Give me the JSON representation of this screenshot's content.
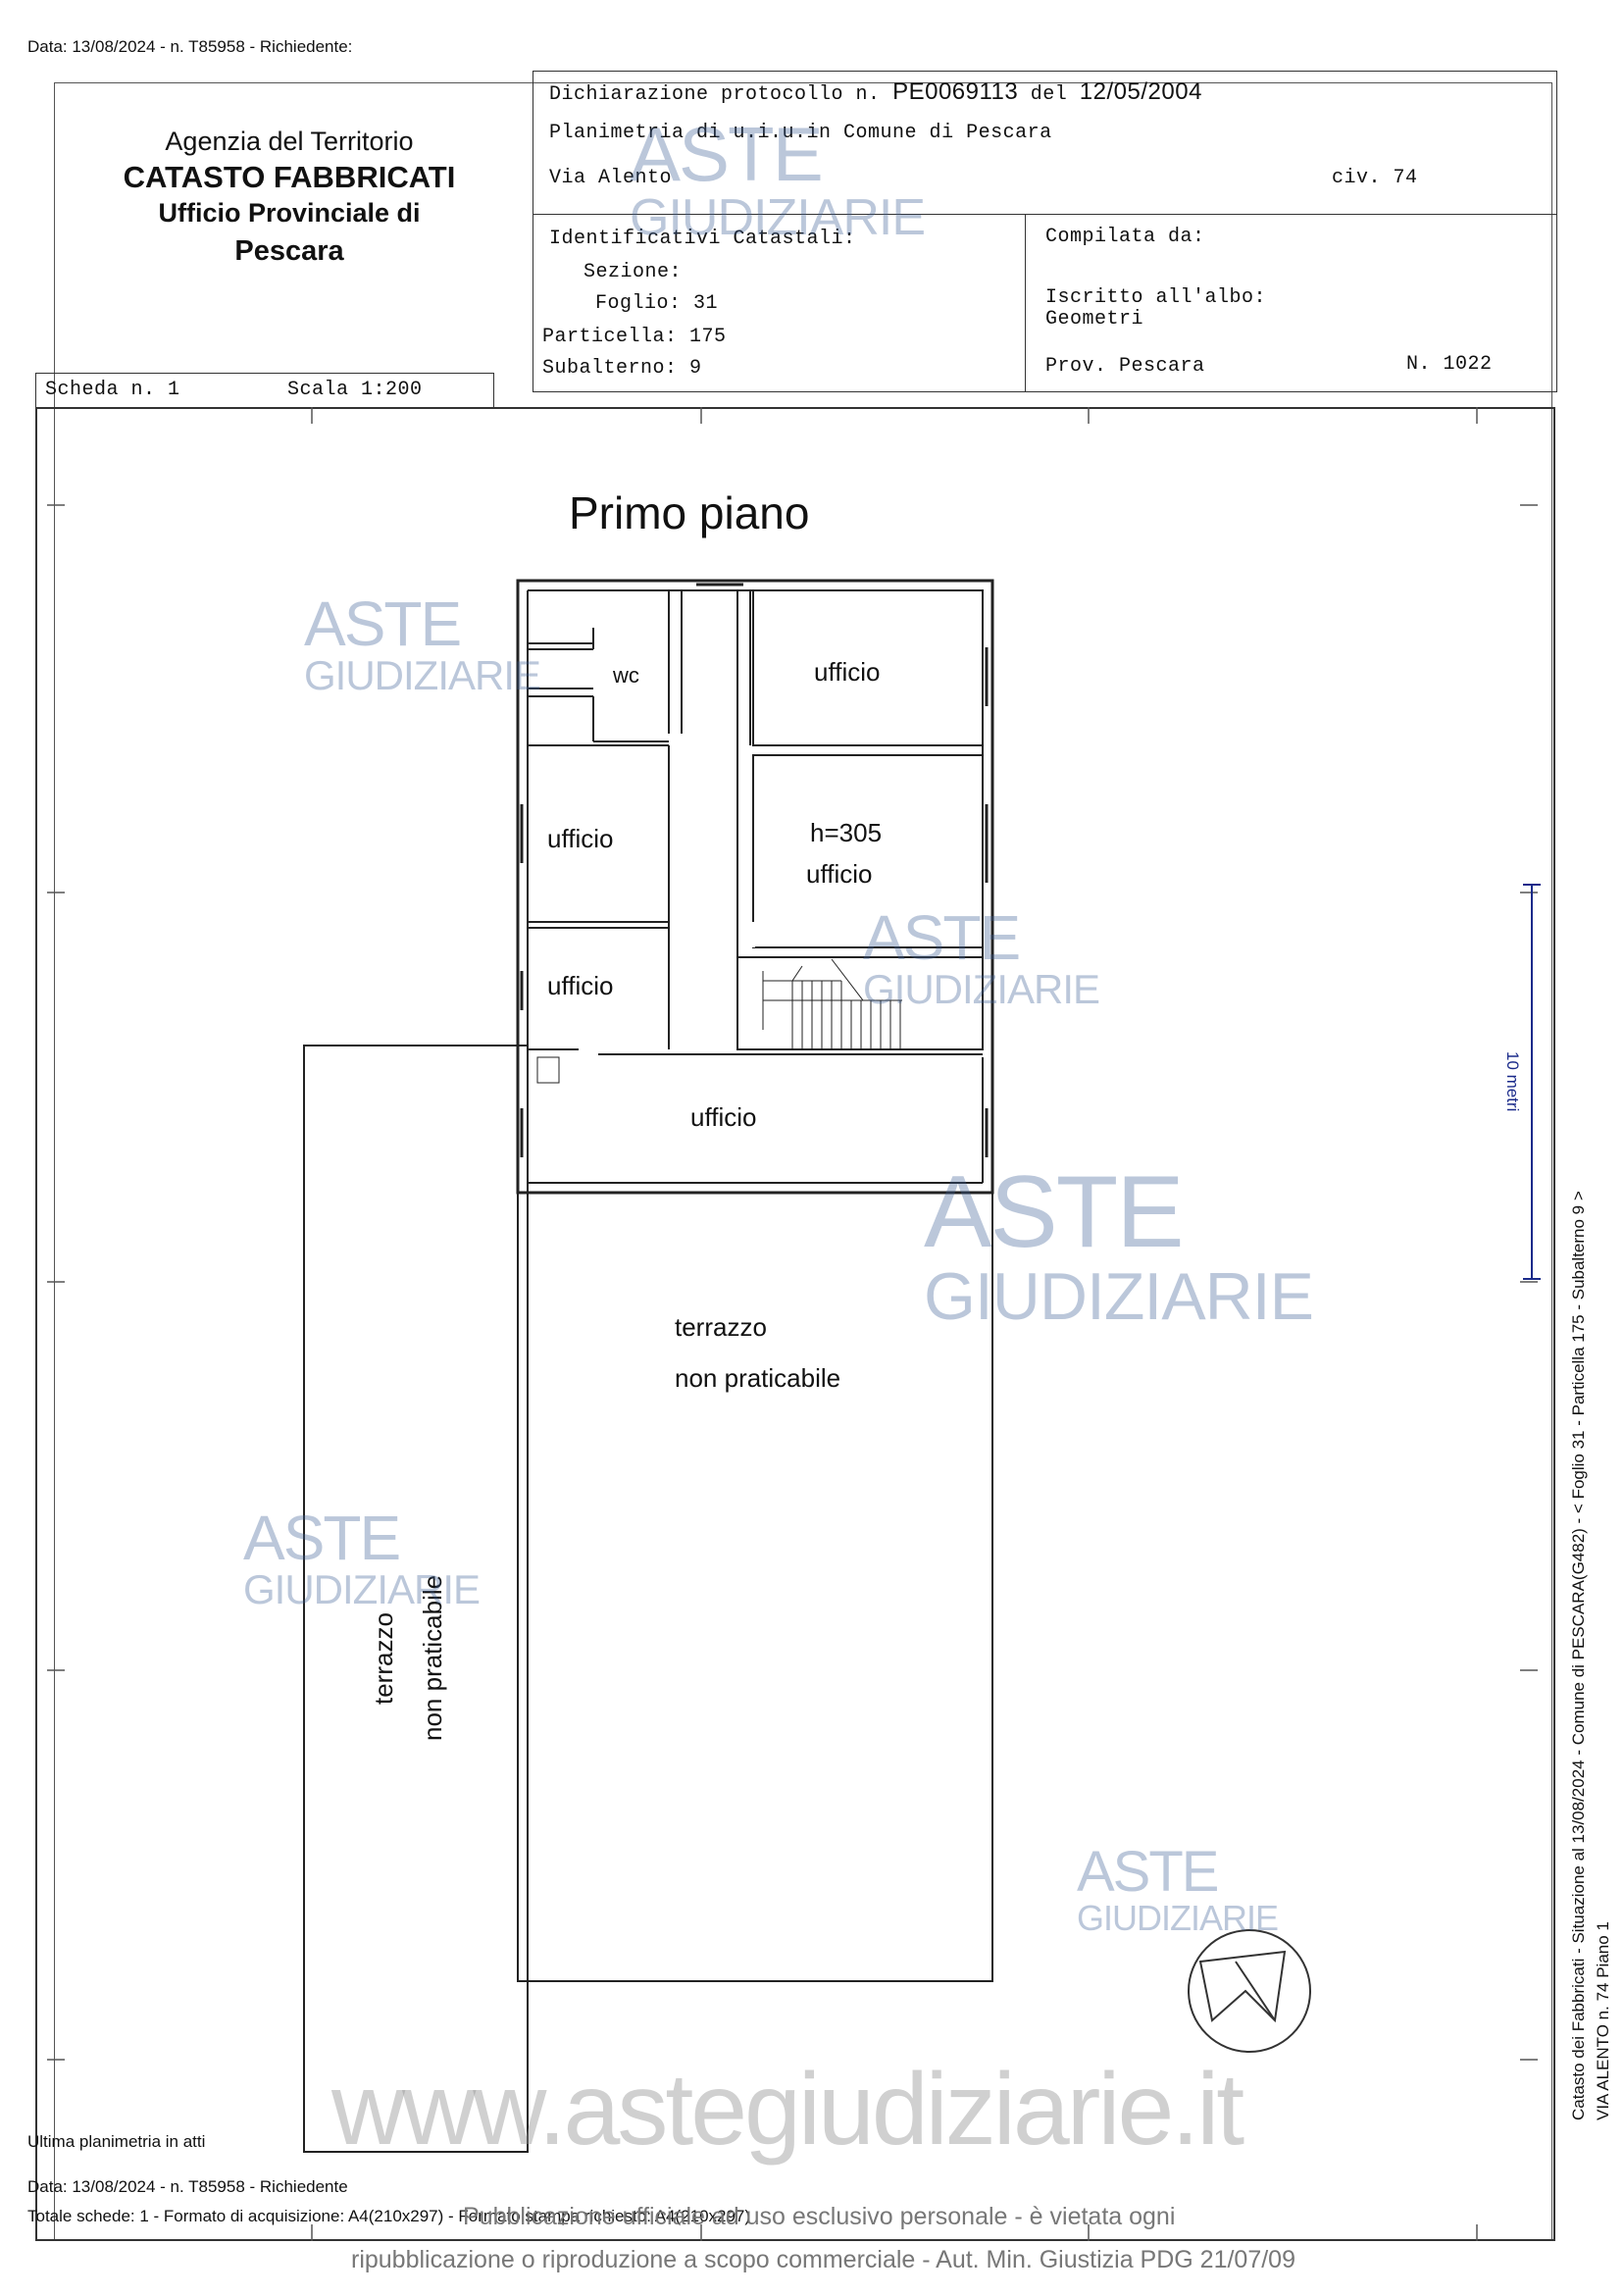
{
  "top_line": "Data: 13/08/2024 - n. T85958 - Richiedente:",
  "agency": {
    "line1": "Agenzia del Territorio",
    "line2": "CATASTO FABBRICATI",
    "line3": "Ufficio Provinciale di",
    "line4": "Pescara"
  },
  "header": {
    "declaration_label": "Dichiarazione protocollo n.",
    "declaration_number": "PE0069113",
    "declaration_del": "del",
    "declaration_date": "12/05/2004",
    "planimetria": "Planimetria di u.i.u.in Comune di Pescara",
    "street": "Via Alento",
    "civ": "civ. 74"
  },
  "identificativi": {
    "title": "Identificativi Catastali:",
    "sezione": "Sezione:",
    "foglio": "Foglio: 31",
    "particella": "Particella: 175",
    "subalterno": "Subalterno: 9"
  },
  "compilata": {
    "title": "Compilata da:",
    "albo": "Iscritto all'albo:",
    "albo_value": "Geometri",
    "prov": "Prov. Pescara",
    "numero": "N.  1022"
  },
  "scheda": {
    "label": "Scheda n. 1",
    "scala": "Scala 1:200"
  },
  "plan": {
    "floor_title": "Primo piano",
    "rooms": {
      "wc": "wc",
      "ufficio_1": "ufficio",
      "ufficio_2": "ufficio",
      "height": "h=305",
      "ufficio_3": "ufficio",
      "ufficio_4": "ufficio",
      "ufficio_5": "ufficio",
      "terrazzo_main_1": "terrazzo",
      "terrazzo_main_2": "non praticabile",
      "terrazzo_side_1": "terrazzo",
      "terrazzo_side_2": "non praticabile"
    },
    "scale_bar": "10 metri"
  },
  "side_text": {
    "line1": "Catasto dei Fabbricati - Situazione al 13/08/2024 - Comune di PESCARA(G482) - <  Foglio 31 - Particella 175 - Subalterno 9 >",
    "line2": "VIA ALENTO n. 74 Piano 1"
  },
  "watermark": {
    "aste": "ASTE",
    "giudiziarie": "GIUDIZIARIE",
    "url": "www.astegiudiziarie.it"
  },
  "footer": {
    "ultima": "Ultima planimetria in atti",
    "data": "Data: 13/08/2024 - n. T85958 - Richiedente",
    "totale": "Totale schede: 1 - Formato di acquisizione: A4(210x297) - Formato stampa richiesto: A4(210x297)",
    "pubblicazione": "Pubblicazione ufficiale ad uso esclusivo personale - è vietata ogni",
    "ripubblicazione": "ripubblicazione o riproduzione a scopo commerciale - Aut. Min. Giustizia PDG 21/07/09"
  }
}
